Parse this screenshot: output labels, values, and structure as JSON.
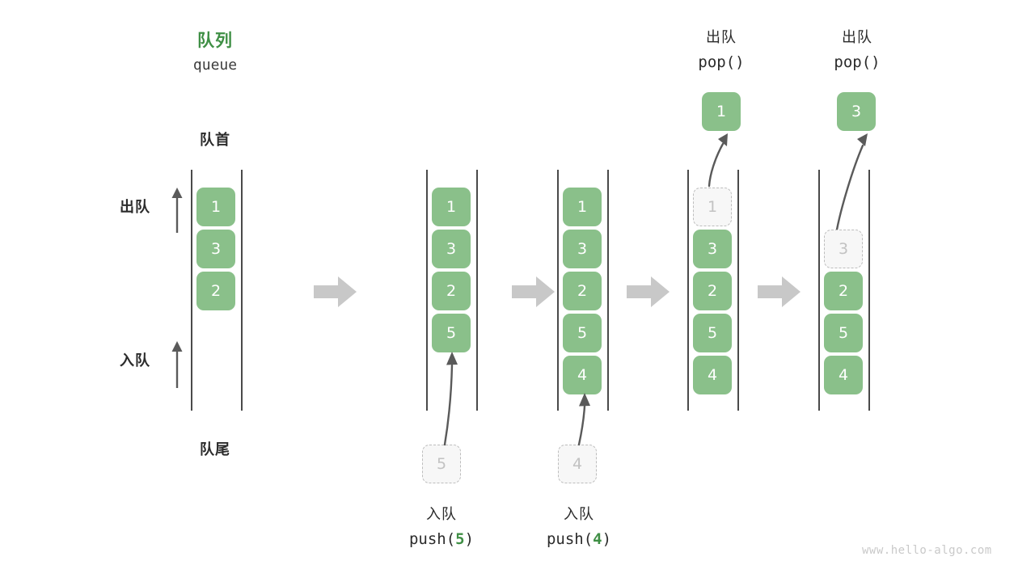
{
  "meta": {
    "watermark": "www.hello-algo.com"
  },
  "header": {
    "title_cn": "队列",
    "title_en": "queue",
    "front_label": "队首",
    "rear_label": "队尾"
  },
  "side_labels": {
    "pop": "出队",
    "push": "入队"
  },
  "steps": [
    {
      "id": "initial",
      "kind": "initial",
      "cells": [
        {
          "value": "1",
          "state": "filled"
        },
        {
          "value": "3",
          "state": "filled"
        },
        {
          "value": "2",
          "state": "filled"
        }
      ]
    },
    {
      "id": "push-5",
      "kind": "push",
      "cells": [
        {
          "value": "1",
          "state": "filled"
        },
        {
          "value": "3",
          "state": "filled"
        },
        {
          "value": "2",
          "state": "filled"
        },
        {
          "value": "5",
          "state": "filled"
        }
      ],
      "incoming": {
        "value": "5",
        "state": "ghost"
      },
      "caption_cn": "入队",
      "caption_code_prefix": "push(",
      "caption_code_num": "5",
      "caption_code_suffix": ")"
    },
    {
      "id": "push-4",
      "kind": "push",
      "cells": [
        {
          "value": "1",
          "state": "filled"
        },
        {
          "value": "3",
          "state": "filled"
        },
        {
          "value": "2",
          "state": "filled"
        },
        {
          "value": "5",
          "state": "filled"
        },
        {
          "value": "4",
          "state": "filled"
        }
      ],
      "incoming": {
        "value": "4",
        "state": "ghost"
      },
      "caption_cn": "入队",
      "caption_code_prefix": "push(",
      "caption_code_num": "4",
      "caption_code_suffix": ")"
    },
    {
      "id": "pop-1",
      "kind": "pop",
      "cells": [
        {
          "value": "1",
          "state": "ghost"
        },
        {
          "value": "3",
          "state": "filled"
        },
        {
          "value": "2",
          "state": "filled"
        },
        {
          "value": "5",
          "state": "filled"
        },
        {
          "value": "4",
          "state": "filled"
        }
      ],
      "outgoing": {
        "value": "1",
        "state": "filled"
      },
      "header_cn": "出队",
      "header_code": "pop()"
    },
    {
      "id": "pop-3",
      "kind": "pop",
      "cells": [
        {
          "value": "",
          "state": "empty"
        },
        {
          "value": "3",
          "state": "ghost"
        },
        {
          "value": "2",
          "state": "filled"
        },
        {
          "value": "5",
          "state": "filled"
        },
        {
          "value": "4",
          "state": "filled"
        }
      ],
      "outgoing": {
        "value": "3",
        "state": "filled"
      },
      "header_cn": "出队",
      "header_code": "pop()"
    }
  ],
  "colors": {
    "cell_fill": "#8ac08a",
    "cell_text": "#ffffff",
    "ghost_fill": "#f7f7f7",
    "ghost_border": "#bdbdbd",
    "ghost_text": "#c2c2c2",
    "rail": "#4a4a4a",
    "arrow_gray": "#c8c8c8",
    "arrow_dark": "#5a5a5a",
    "accent_green": "#3f8f45",
    "text": "#2b2b2b",
    "watermark": "#c9c9c9"
  },
  "flow_arrows": 4
}
